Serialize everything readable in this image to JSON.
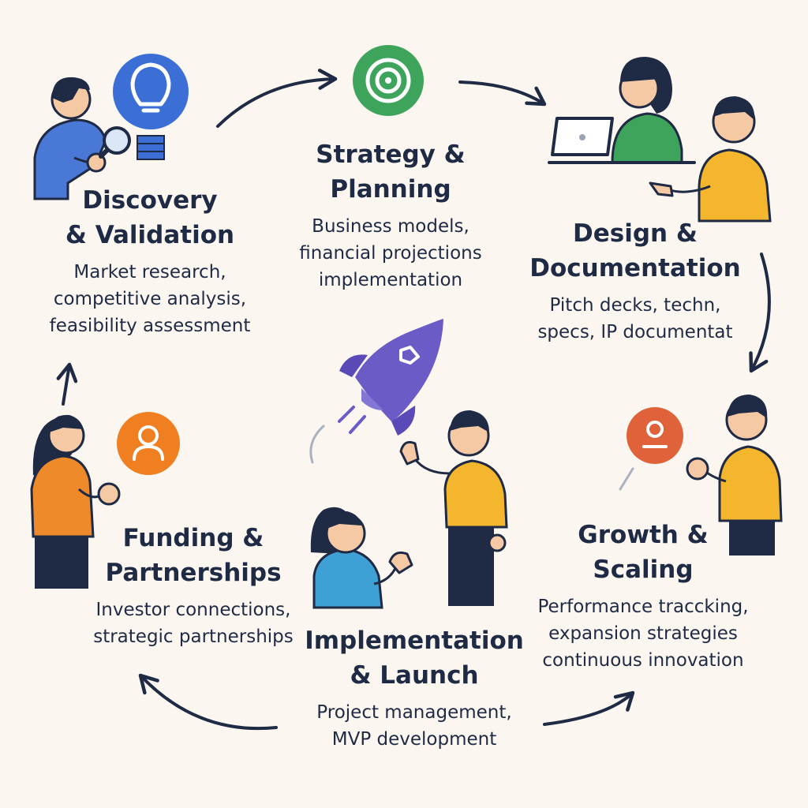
{
  "colors": {
    "background": "#fbf7f0",
    "ink": "#1f2a44",
    "discovery_icon": "#3b6fd6",
    "strategy_icon": "#3fa45b",
    "funding_icon": "#f07f22",
    "growth_icon": "#e0623a",
    "rocket": "#6a5bc7",
    "shirt_yellow": "#f3b62c"
  },
  "icons": {
    "discovery": "lightbulb-icon",
    "strategy": "target-icon",
    "funding": "person-icon",
    "growth": "person-icon",
    "center": "rocket-icon"
  },
  "stages": {
    "discovery": {
      "title": [
        "Discovery",
        "& Validation"
      ],
      "desc": [
        "Market research,",
        "competitive analysis,",
        "feasibility assessment"
      ]
    },
    "strategy": {
      "title": [
        "Strategy &",
        "Planning"
      ],
      "desc": [
        "Business models,",
        "financial projections",
        "implementation"
      ]
    },
    "design": {
      "title": [
        "Design &",
        "Documentation"
      ],
      "desc": [
        "Pitch decks, techn,",
        "specs, IP documentat"
      ]
    },
    "funding": {
      "title": [
        "Funding &",
        "Partnerships"
      ],
      "desc": [
        "Investor connections,",
        "strategic partnerships"
      ]
    },
    "implementation": {
      "title": [
        "Implementation",
        "& Launch"
      ],
      "desc": [
        "Project management,",
        "MVP development"
      ]
    },
    "growth": {
      "title": [
        "Growth &",
        "Scaling"
      ],
      "desc": [
        "Performance traccking,",
        "expansion strategies",
        "continuous innovation"
      ]
    }
  }
}
